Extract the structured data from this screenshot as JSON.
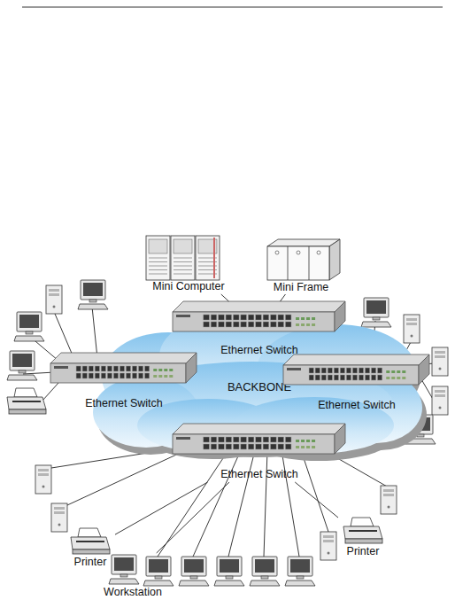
{
  "diagram": {
    "nodes": [
      {
        "text": [
          "Mini Computer"
        ]
      },
      {
        "text": [
          "Mini Frame"
        ]
      },
      {
        "text": [
          "BACKBONE"
        ]
      },
      {
        "text": [
          "Ethernet Switch"
        ],
        "in": 2
      },
      {
        "text": [
          "Ethernet Switch"
        ],
        "in": 2
      },
      {
        "text": [
          "Ethernet Switch"
        ],
        "in": 2
      },
      {
        "text": [
          "Ethernet Switch"
        ],
        "in": 2
      },
      {
        "text": [
          "Printer"
        ]
      },
      {
        "text": [
          "Printer"
        ]
      },
      {
        "text": [
          "Workstation"
        ]
      }
    ],
    "edges": [
      {
        "from": 0,
        "to": 3,
        "arrow": "none"
      },
      {
        "from": 1,
        "to": 3,
        "arrow": "none"
      },
      {
        "from": 7,
        "to": 6,
        "arrow": "none"
      },
      {
        "from": 8,
        "to": 6,
        "arrow": "none"
      },
      {
        "from": 9,
        "to": 6,
        "arrow": "none"
      }
    ]
  }
}
